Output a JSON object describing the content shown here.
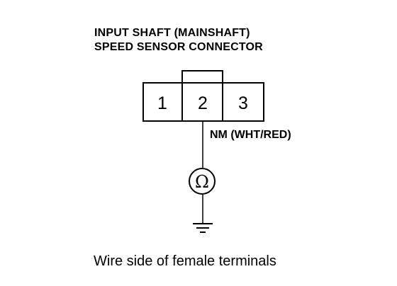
{
  "title": {
    "line1": "INPUT SHAFT (MAINSHAFT)",
    "line2": "SPEED SENSOR CONNECTOR"
  },
  "connector": {
    "pins": [
      "1",
      "2",
      "3"
    ]
  },
  "wire_label": "NM (WHT/RED)",
  "meter_symbol": "Ω",
  "caption": "Wire side of female terminals"
}
